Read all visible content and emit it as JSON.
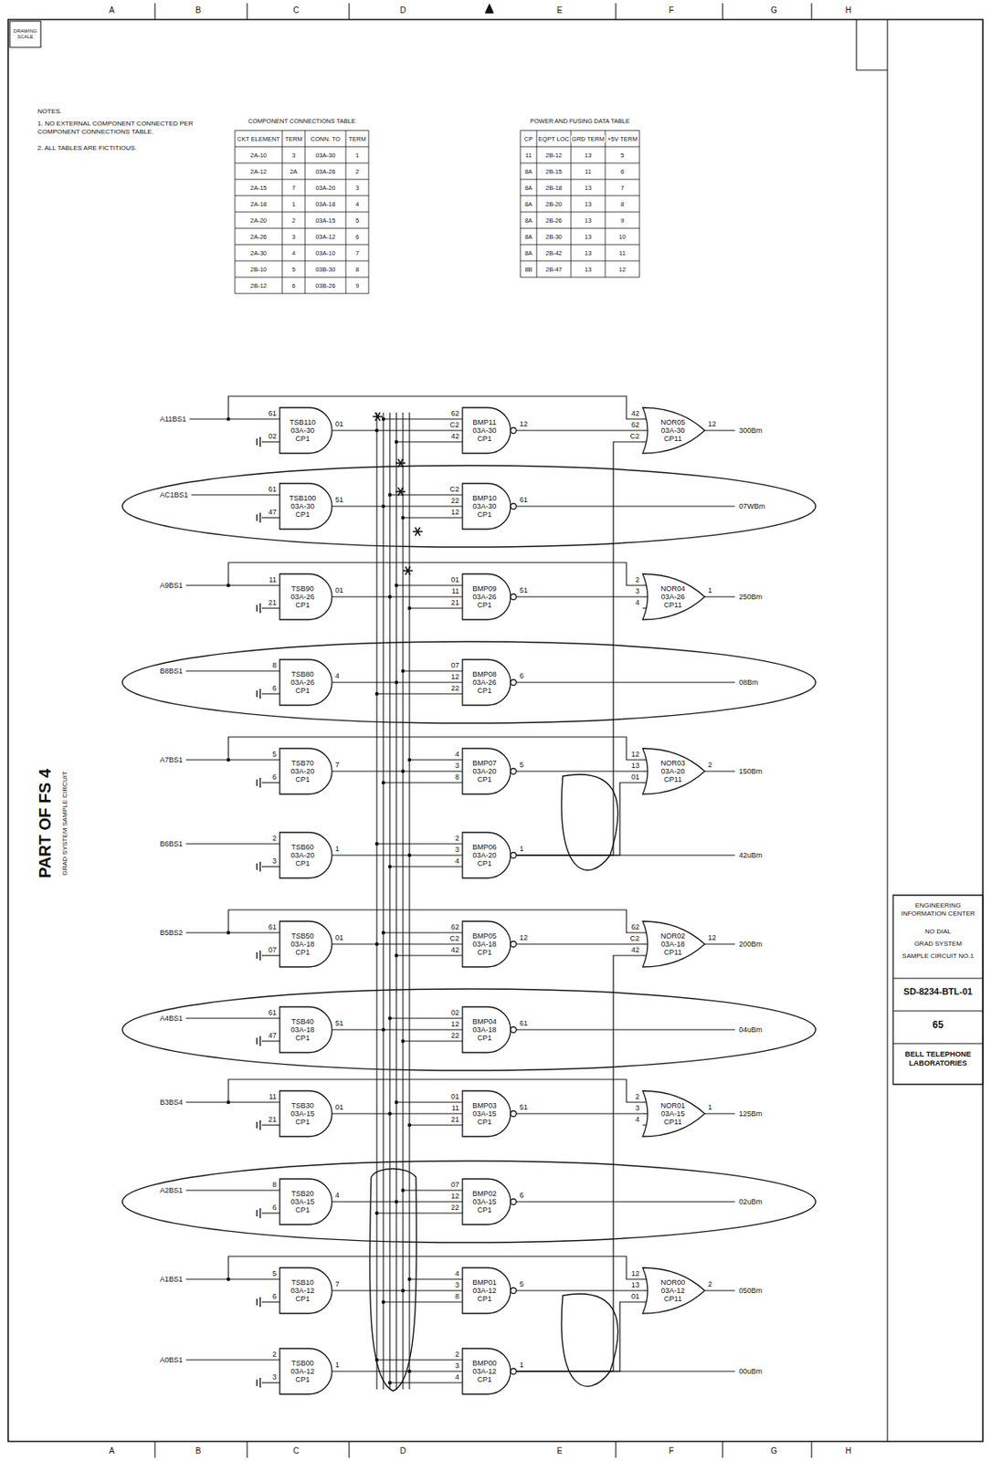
{
  "diagram": {
    "title": "PART OF FS 4",
    "caption": "GRAD SYSTEM SAMPLE CIRCUIT",
    "nodes": [
      {
        "text": [
          "TSB110 03A-30 CP1"
        ]
      },
      {
        "text": [
          "BMP11 03A-30 CP1"
        ]
      },
      {
        "text": [
          "NOR05 03A-30 CP11"
        ]
      },
      {
        "text": [
          "TSB100 03A-30 CP1"
        ]
      },
      {
        "text": [
          "BMP10 03A-30 CP1"
        ]
      },
      {
        "text": [
          "TSB90 03A-26 CP1"
        ]
      },
      {
        "text": [
          "BMP09 03A-26 CP1"
        ]
      },
      {
        "text": [
          "NOR04 03A-26 CP11"
        ]
      },
      {
        "text": [
          "TSB80 03A-26 CP1"
        ]
      },
      {
        "text": [
          "BMP08 03A-26 CP1"
        ]
      },
      {
        "text": [
          "TSB70 03A-20 CP1"
        ]
      },
      {
        "text": [
          "BMP07 03A-20 CP1"
        ]
      },
      {
        "text": [
          "NOR03 03A-20 CP11"
        ]
      },
      {
        "text": [
          "TSB60 03A-20 CP1"
        ]
      },
      {
        "text": [
          "BMP06 03A-20 CP1"
        ]
      },
      {
        "text": [
          "TSB50 03A-18 CP1"
        ]
      },
      {
        "text": [
          "BMP05 03A-18 CP1"
        ]
      },
      {
        "text": [
          "NOR02 03A-18 CP11"
        ]
      },
      {
        "text": [
          "TSB40 03A-18 CP1"
        ]
      },
      {
        "text": [
          "BMP04 03A-18 CP1"
        ]
      },
      {
        "text": [
          "TSB30 03A-15 CP1"
        ]
      },
      {
        "text": [
          "BMP03 03A-15 CP1"
        ]
      },
      {
        "text": [
          "NOR01 03A-15 CP11"
        ]
      },
      {
        "text": [
          "TSB20 03A-15 CP1"
        ]
      },
      {
        "text": [
          "BMP02 03A-15 CP1"
        ]
      },
      {
        "text": [
          "TSB10 03A-12 CP1"
        ]
      },
      {
        "text": [
          "BMP01 03A-12 CP1"
        ]
      },
      {
        "text": [
          "NOR00 03A-12 CP11"
        ]
      },
      {
        "text": [
          "TSB00 03A-12 CP1"
        ]
      },
      {
        "text": [
          "BMP00 03A-12 CP1"
        ]
      }
    ],
    "edges": [
      {
        "from": 0,
        "to": 1,
        "arrow": "none"
      },
      {
        "from": 3,
        "to": 4,
        "arrow": "none"
      },
      {
        "from": 5,
        "to": 6,
        "arrow": "none"
      },
      {
        "from": 8,
        "to": 9,
        "arrow": "none"
      },
      {
        "from": 10,
        "to": 11,
        "arrow": "none"
      },
      {
        "from": 13,
        "to": 14,
        "arrow": "none"
      },
      {
        "from": 15,
        "to": 16,
        "arrow": "none"
      },
      {
        "from": 18,
        "to": 19,
        "arrow": "none"
      },
      {
        "from": 20,
        "to": 21,
        "arrow": "none"
      },
      {
        "from": 23,
        "to": 24,
        "arrow": "none"
      },
      {
        "from": 25,
        "to": 26,
        "arrow": "none"
      },
      {
        "from": 28,
        "to": 29,
        "arrow": "none"
      },
      {
        "from": 1,
        "to": 2,
        "arrow": "none"
      },
      {
        "from": 6,
        "to": 7,
        "arrow": "none"
      },
      {
        "from": 11,
        "to": 12,
        "arrow": "none"
      },
      {
        "from": 16,
        "to": 17,
        "arrow": "none"
      },
      {
        "from": 21,
        "to": 22,
        "arrow": "none"
      },
      {
        "from": 26,
        "to": 27,
        "arrow": "none"
      },
      {
        "from": 14,
        "to": 12,
        "arrow": "none"
      },
      {
        "from": 29,
        "to": 27,
        "arrow": "none"
      },
      {
        "from": 14,
        "to": 2,
        "arrow": "none"
      },
      {
        "from": 29,
        "to": 17,
        "arrow": "none"
      }
    ],
    "labels": [
      "A11BS1",
      "61",
      "02",
      "01",
      "62",
      "C2",
      "42",
      "12",
      "42",
      "62",
      "C2",
      "12",
      "300Bm",
      "AC1BS1",
      "61",
      "47",
      "51",
      "C2",
      "22",
      "12",
      "61",
      "07WBm",
      "A9BS1",
      "11",
      "21",
      "01",
      "01",
      "11",
      "21",
      "51",
      "2",
      "3",
      "4",
      "1",
      "250Bm",
      "B8BS1",
      "8",
      "6",
      "4",
      "07",
      "12",
      "22",
      "6",
      "08Bm",
      "A7BS1",
      "5",
      "6",
      "7",
      "4",
      "3",
      "8",
      "5",
      "12",
      "13",
      "01",
      "2",
      "150Bm",
      "B6BS1",
      "2",
      "3",
      "1",
      "2",
      "3",
      "4",
      "1",
      "42uBm",
      "B5BS2",
      "61",
      "07",
      "01",
      "62",
      "C2",
      "42",
      "12",
      "62",
      "C2",
      "42",
      "12",
      "200Bm",
      "A4BS1",
      "61",
      "47",
      "51",
      "02",
      "12",
      "22",
      "61",
      "04uBm",
      "B3BS4",
      "11",
      "21",
      "01",
      "01",
      "11",
      "21",
      "51",
      "2",
      "3",
      "4",
      "1",
      "125Bm",
      "A2BS1",
      "8",
      "6",
      "4",
      "07",
      "12",
      "22",
      "6",
      "02uBm",
      "A1BS1",
      "5",
      "6",
      "7",
      "4",
      "3",
      "8",
      "5",
      "12",
      "13",
      "01",
      "2",
      "050Bm",
      "A0BS1",
      "2",
      "3",
      "1",
      "2",
      "3",
      "4",
      "1",
      "00uBm",
      "DRAWING SCALE",
      "NOTES.",
      "1. NO EXTERNAL COMPONENT CONNECTED PER COMPONENT CONNECTIONS TABLE.",
      "2. ALL TABLES ARE FICTITIOUS.",
      "COMPONENT CONNECTIONS TABLE",
      "CKT ELEMENT",
      "TERM",
      "CONN. TO",
      "TERM",
      "2A-10",
      "3",
      "03A-30",
      "1",
      "2A-12",
      "2A",
      "03A-26",
      "2",
      "2A-15",
      "7",
      "03A-20",
      "3",
      "2A-18",
      "1",
      "03A-18",
      "4",
      "2A-20",
      "2",
      "03A-15",
      "5",
      "2A-26",
      "3",
      "03A-12",
      "6",
      "2A-30",
      "4",
      "03A-10",
      "7",
      "2B-10",
      "5",
      "03B-30",
      "8",
      "2B-12",
      "6",
      "03B-26",
      "9",
      "POWER AND FUSING DATA TABLE",
      "CP",
      "EQPT LOC",
      "GRD TERM",
      "+5V TERM",
      "11",
      "2B-12",
      "13",
      "5",
      "8A",
      "2B-15",
      "11",
      "6",
      "8A",
      "2B-18",
      "13",
      "7",
      "8A",
      "2B-20",
      "13",
      "8",
      "8A",
      "2B-26",
      "13",
      "9",
      "8A",
      "2B-30",
      "13",
      "10",
      "8A",
      "2B-42",
      "13",
      "11",
      "8B",
      "2B-47",
      "13",
      "12",
      "ENGINEERING INFORMATION CENTER",
      "NO DIAL",
      "GRAD SYSTEM",
      "SAMPLE CIRCUIT NO.1",
      "SD-8234-BTL-01",
      "65",
      "BELL TELEPHONE LABORATORIES",
      "A",
      "B",
      "C",
      "D",
      "E",
      "F",
      "G",
      "H",
      "A",
      "B",
      "C",
      "D",
      "E",
      "F",
      "G",
      "H"
    ]
  }
}
